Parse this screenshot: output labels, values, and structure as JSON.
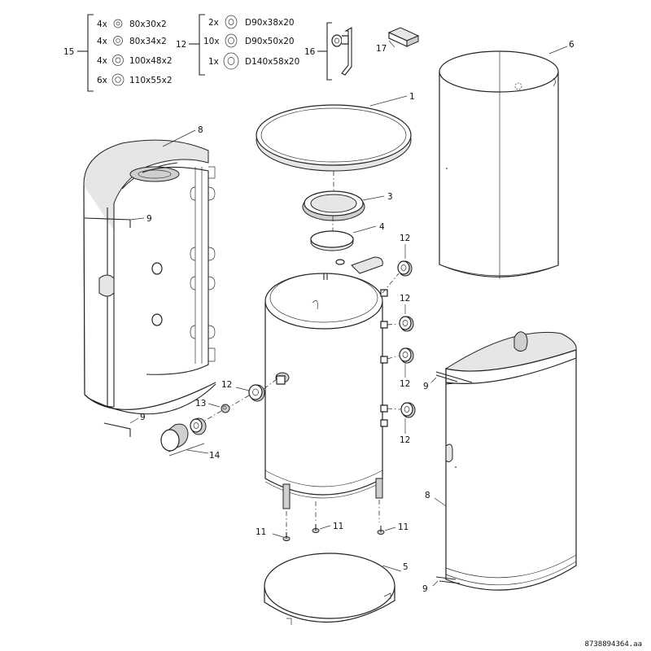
{
  "kits": {
    "kit15": {
      "callout": "15",
      "rows": [
        {
          "qty": "4x",
          "size": "80x30x2"
        },
        {
          "qty": "4x",
          "size": "80x34x2"
        },
        {
          "qty": "4x",
          "size": "100x48x2"
        },
        {
          "qty": "6x",
          "size": "110x55x2"
        }
      ]
    },
    "kit12": {
      "callout": "12",
      "rows": [
        {
          "qty": "2x",
          "size": "D90x38x20"
        },
        {
          "qty": "10x",
          "size": "D90x50x20"
        },
        {
          "qty": "1x",
          "size": "D140x58x20"
        }
      ]
    }
  },
  "callouts": {
    "c1": "1",
    "c3": "3",
    "c4": "4",
    "c5": "5",
    "c6": "6",
    "c8_left": "8",
    "c8_right": "8",
    "c9_left_top": "9",
    "c9_left_bottom": "9",
    "c9_right_top": "9",
    "c9_right_bottom": "9",
    "c11_a": "11",
    "c11_b": "11",
    "c11_c": "11",
    "c12_a": "12",
    "c12_b": "12",
    "c12_c": "12",
    "c12_d": "12",
    "c12_e": "12",
    "c13": "13",
    "c14": "14",
    "c16": "16",
    "c17": "17"
  },
  "drawing_number": "8738894364.aa"
}
